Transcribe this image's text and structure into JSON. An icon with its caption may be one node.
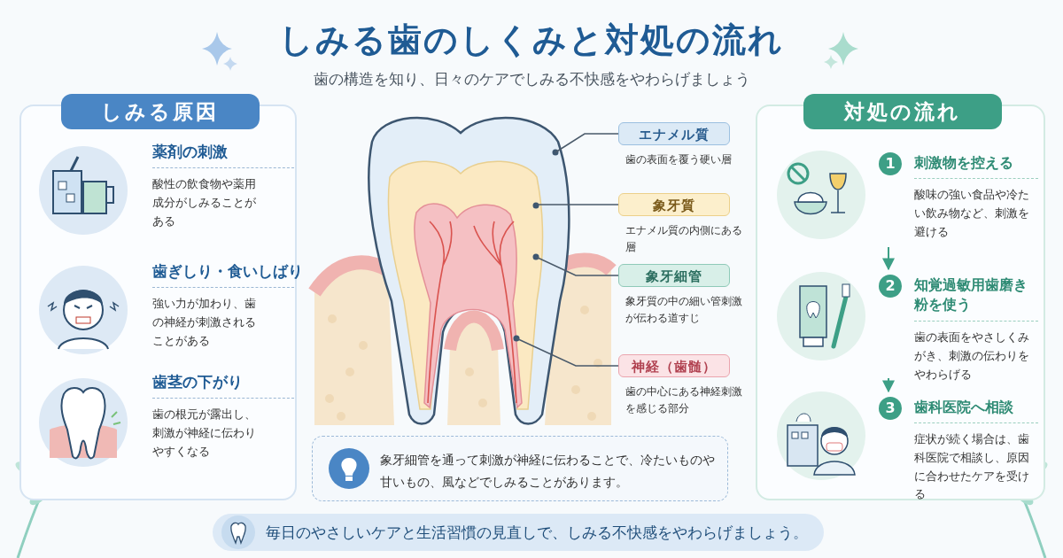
{
  "diagram": {
    "title": "しみる歯のしくみと対処の流れ",
    "nodes": [
      {
        "text": [
          "しみる原因"
        ]
      },
      {
        "text": [
          "薬剤の刺激",
          "酸性の飲食物や薬用成分がしみることがある"
        ],
        "in": 0
      },
      {
        "text": [
          "歯ぎしり・食いしばり",
          "強い力が加わり、歯の神経が刺激されることがある"
        ],
        "in": 0
      },
      {
        "text": [
          "歯茎の下がり",
          "歯の根元が露出し、刺激が神経に伝わりやすくなる"
        ],
        "in": 0
      },
      {
        "text": [
          "エナメル質",
          "歯の表面を覆う硬い層"
        ]
      },
      {
        "text": [
          "象牙質",
          "エナメル質の内側にある層"
        ]
      },
      {
        "text": [
          "象牙細管",
          "象牙質の中の細い管刺激が伝わる道すじ"
        ]
      },
      {
        "text": [
          "神経（歯髄）",
          "歯の中心にある神経刺激を感じる部分"
        ]
      },
      {
        "text": [
          "象牙細管を通って刺激が神経に伝わることで、冷たいものや甘いもの、風などでしみることがあります。"
        ]
      },
      {
        "text": [
          "対処の流れ"
        ]
      },
      {
        "text": [
          "1",
          "刺激物を控える",
          "酸味の強い食品や冷たい飲み物など、刺激を避ける"
        ],
        "in": 9
      },
      {
        "text": [
          "2",
          "知覚過敏用歯磨き粉を使う",
          "歯の表面をやさしくみがき、刺激の伝わりをやわらげる"
        ],
        "in": 9
      },
      {
        "text": [
          "3",
          "歯科医院へ相談",
          "症状が続く場合は、歯科医院で相談し、原因に合わせたケアを受ける"
        ],
        "in": 9
      },
      {
        "text": [
          "毎日のやさしいケアと生活習慣の見直しで、しみる不快感をやわらげましょう。"
        ]
      }
    ],
    "edges": [
      {
        "from": 4,
        "to": null,
        "arrow": "none"
      },
      {
        "from": 5,
        "to": null,
        "arrow": "none"
      },
      {
        "from": 6,
        "to": null,
        "arrow": "none"
      },
      {
        "from": 7,
        "to": null,
        "arrow": "none"
      },
      {
        "from": 10,
        "to": 11,
        "arrow": "to"
      },
      {
        "from": 11,
        "to": 12,
        "arrow": "to"
      }
    ],
    "labels": [
      "歯の構造を知り、日々のケアでしみる不快感をやわらげましょう"
    ]
  }
}
